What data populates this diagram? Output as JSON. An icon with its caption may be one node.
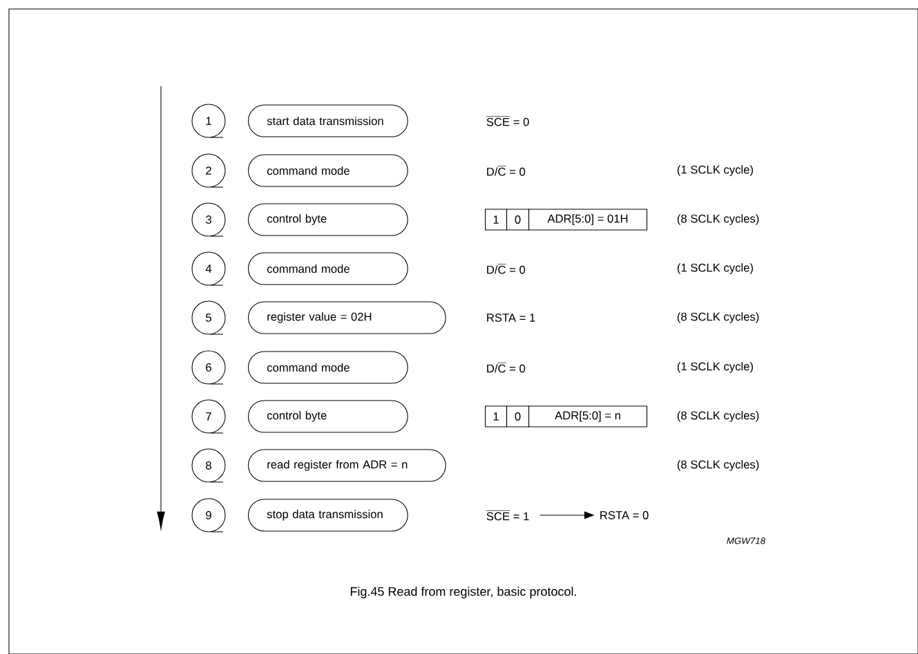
{
  "diagram": {
    "caption": "Fig.45  Read from register, basic protocol.",
    "nodes": [
      {
        "text": [
          "1"
        ]
      },
      {
        "text": [
          "start data transmission"
        ]
      },
      {
        "text": [
          "2"
        ]
      },
      {
        "text": [
          "command mode"
        ]
      },
      {
        "text": [
          "3"
        ]
      },
      {
        "text": [
          "control byte"
        ]
      },
      {
        "text": [
          "4"
        ]
      },
      {
        "text": [
          "command mode"
        ]
      },
      {
        "text": [
          "5"
        ]
      },
      {
        "text": [
          "register value = 02H"
        ]
      },
      {
        "text": [
          "6"
        ]
      },
      {
        "text": [
          "command mode"
        ]
      },
      {
        "text": [
          "7"
        ]
      },
      {
        "text": [
          "control byte"
        ]
      },
      {
        "text": [
          "8"
        ]
      },
      {
        "text": [
          "read register from ADR = n"
        ]
      },
      {
        "text": [
          "9"
        ]
      },
      {
        "text": [
          "stop data transmission"
        ]
      },
      {
        "text": [
          "\\overline{\\text{SCE}}\\text{ = 1}"
        ]
      },
      {
        "text": [
          "RSTA = 0"
        ]
      }
    ],
    "edges": [
      {
        "from": 18,
        "to": 19,
        "arrow": "to"
      }
    ],
    "labels": [
      "\\overline{\\text{SCE}}\\text{ = 0}",
      "\\text{D/}\\overline{\\text{C}}\\text{ = 0}",
      "(1 SCLK cycle)",
      "1",
      "0",
      "ADR[5:0] = 01H",
      "(8 SCLK cycles)",
      "\\text{D/}\\overline{\\text{C}}\\text{ = 0}",
      "(1 SCLK cycle)",
      "RSTA = 1",
      "(8 SCLK cycles)",
      "\\text{D/}\\overline{\\text{C}}\\text{ = 0}",
      "(1 SCLK cycle)",
      "1",
      "0",
      "ADR[5:0] = n",
      "(8 SCLK cycles)",
      "(8 SCLK cycles)",
      "MGW718"
    ]
  }
}
